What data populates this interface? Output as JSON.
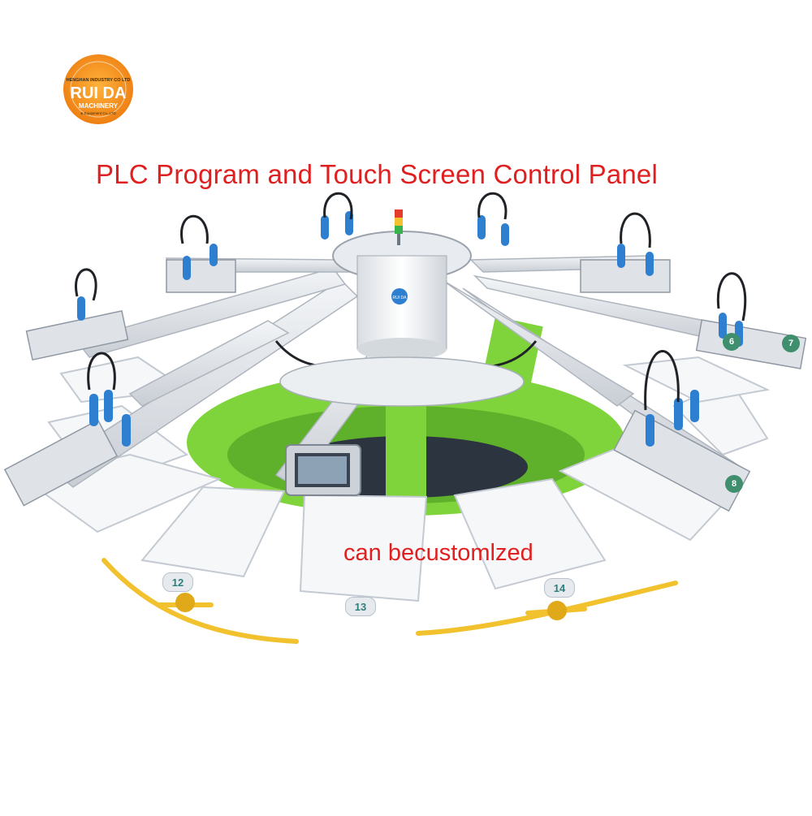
{
  "logo": {
    "top_text": "HENGHAN INDUSTRY CO LTD",
    "brand": "RUI DA",
    "subtitle": "MACHINERY",
    "small": "& Equipment Co.,LTD"
  },
  "headline": "PLC Program and Touch Screen Control Panel",
  "customize_note": "can becustomlzed",
  "hub_badge": "RUI DA",
  "station_numbers": [
    "6",
    "7",
    "8"
  ],
  "pallet_numbers": [
    "12",
    "13",
    "14"
  ],
  "colors": {
    "caption": "#e02020",
    "frame_green": "#7ed43a",
    "arm_silver": "#e7eaee",
    "pedal_yellow": "#f2c12e",
    "handle_blue": "#2f7fd0",
    "logo_orange": "#f39a1c"
  }
}
